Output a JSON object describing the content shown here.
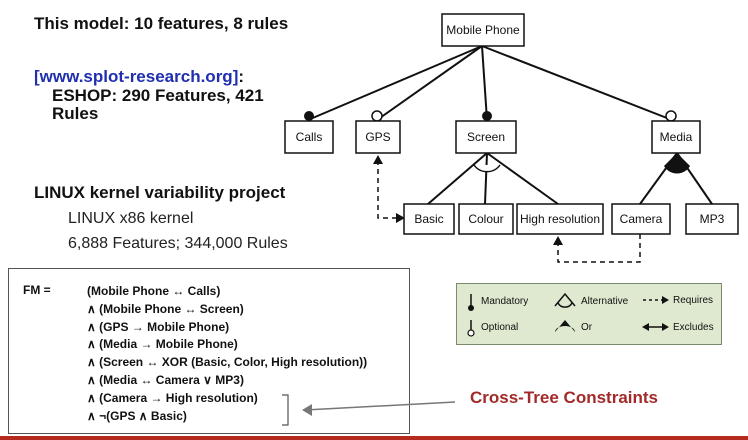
{
  "stats": {
    "this_model": "This model: 10 features, 8 rules",
    "splot_link": "[www.splot-research.org]",
    "splot_colon": ":",
    "eshop_line1": "ESHOP: 290 Features, 421",
    "eshop_line2": "Rules",
    "linux_title": "LINUX kernel variability project",
    "linux_kernel": "LINUX x86 kernel",
    "linux_counts": "6,888 Features; 344,000 Rules"
  },
  "feature_model": {
    "root": "Mobile Phone",
    "level1": [
      "Calls",
      "GPS",
      "Screen",
      "Media"
    ],
    "screen_children": [
      "Basic",
      "Colour",
      "High resolution"
    ],
    "media_children": [
      "Camera",
      "MP3"
    ]
  },
  "formula": {
    "label": "FM =",
    "lines": [
      "(Mobile Phone ↔ Calls)",
      "∧ (Mobile Phone ↔ Screen)",
      "∧ (GPS → Mobile Phone)",
      "∧ (Media → Mobile Phone)",
      "∧ (Screen ↔ XOR (Basic, Color, High resolution))",
      "∧ (Media ↔ Camera ∨ MP3)",
      "∧ (Camera → High resolution)",
      "∧ ¬(GPS ∧ Basic)"
    ]
  },
  "legend": {
    "mandatory": "Mandatory",
    "optional": "Optional",
    "alternative": "Alternative",
    "or": "Or",
    "requires": "Requires",
    "excludes": "Excludes"
  },
  "annotation": {
    "cross_tree": "Cross-Tree Constraints"
  },
  "colors": {
    "link_blue": "#1f2fb0",
    "cross_red": "#a32a2a",
    "legend_bg": "#dfe9cf"
  }
}
